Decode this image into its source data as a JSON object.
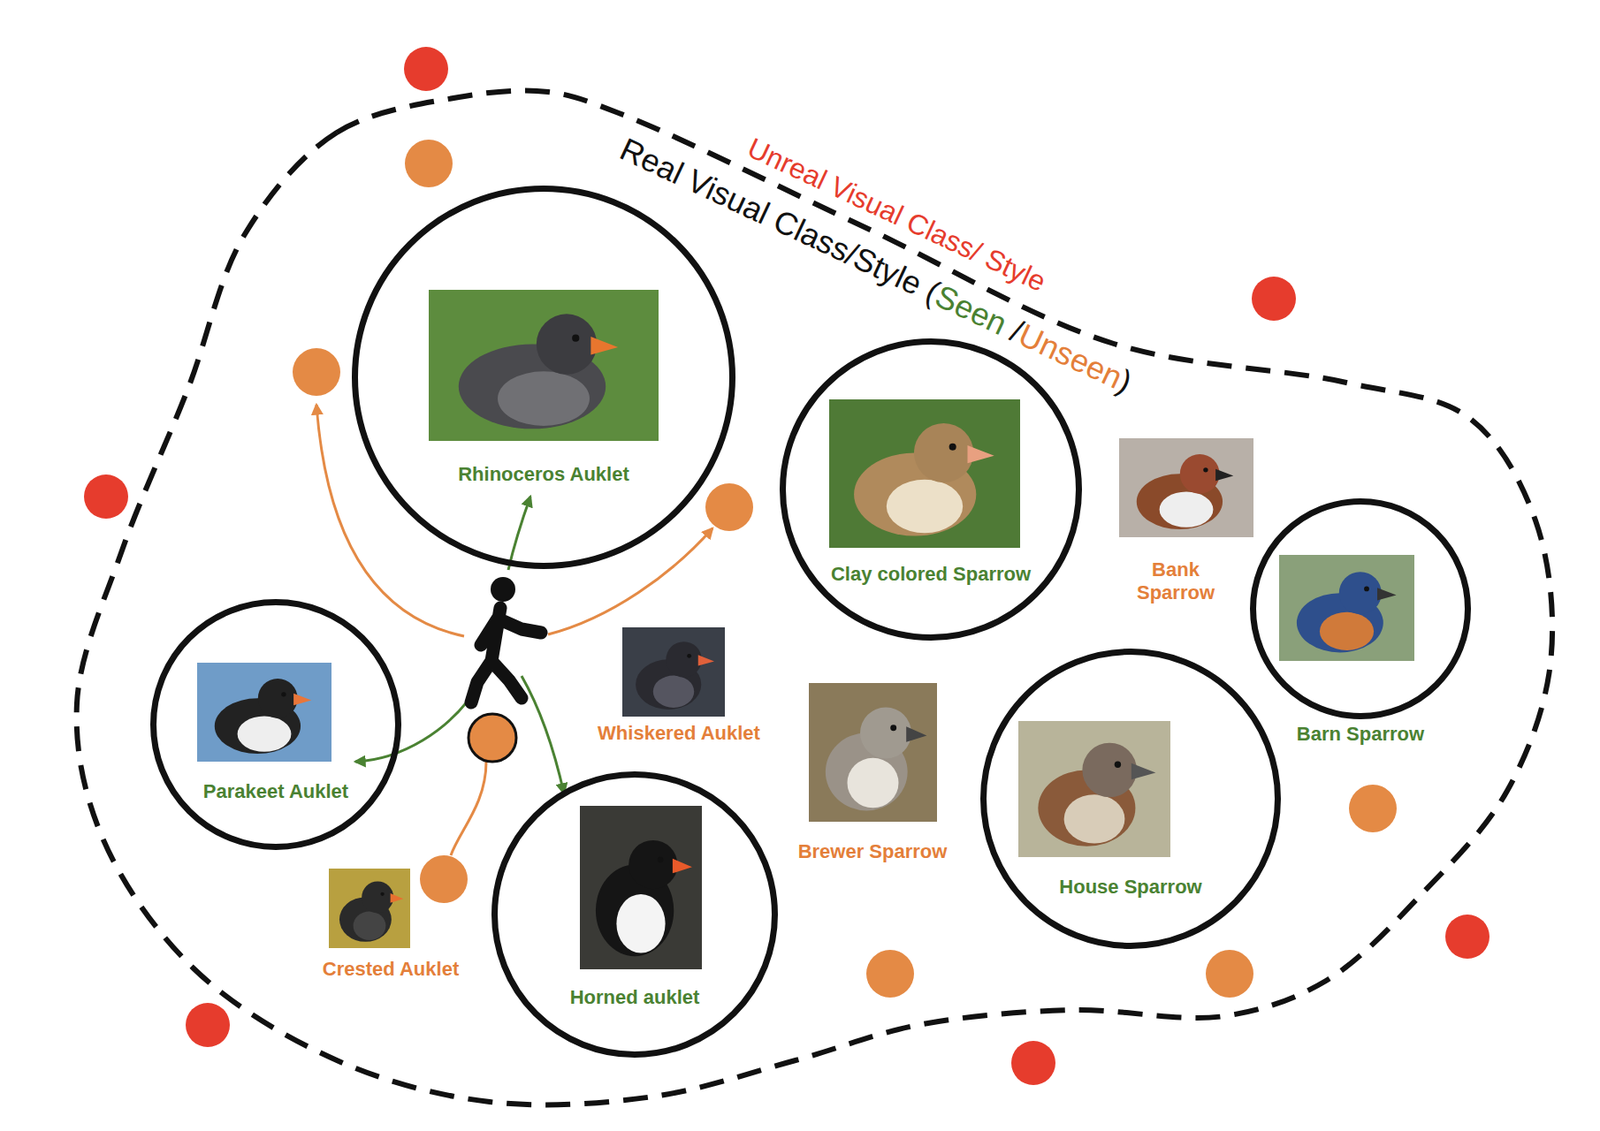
{
  "diagram": {
    "nodes": [
      {
        "text": [
          "Real Visual Class/Style (Seen /Unseen)"
        ]
      },
      {
        "text": [
          "Rhinoceros Auklet"
        ],
        "in": 0
      },
      {
        "text": [
          "Clay colored Sparrow"
        ],
        "in": 0
      },
      {
        "text": [
          "Barn Sparrow"
        ],
        "in": 0
      },
      {
        "text": [
          "Parakeet Auklet"
        ],
        "in": 0
      },
      {
        "text": [
          "House Sparrow"
        ],
        "in": 0
      },
      {
        "text": [
          "Horned auklet"
        ],
        "in": 0
      }
    ],
    "labels": [
      "Unreal Visual Class/ Style",
      "Bank Sparrow",
      "Whiskered Auklet",
      "Brewer Sparrow",
      "Crested Auklet"
    ]
  }
}
